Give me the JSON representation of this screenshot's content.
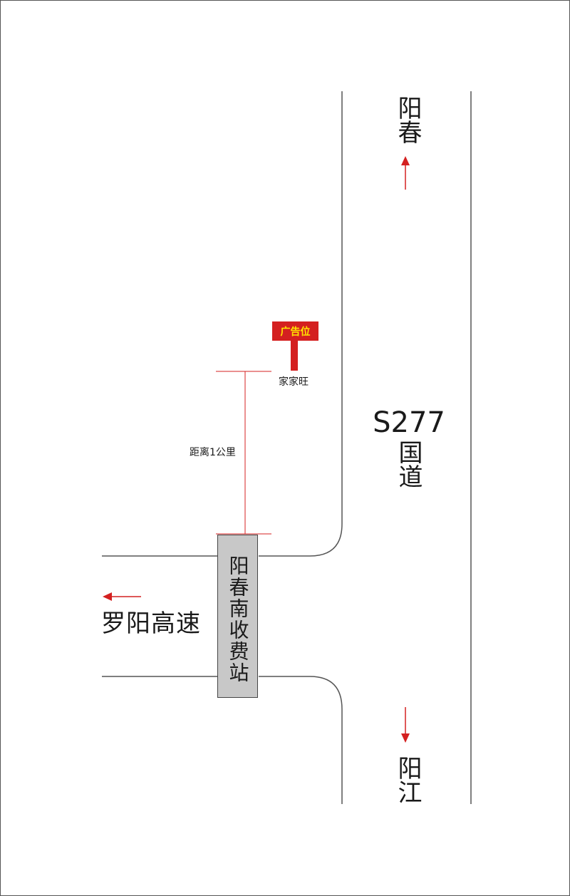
{
  "map": {
    "colors": {
      "road_line": "#555555",
      "marker_red": "#d42020",
      "sign_text": "#ffe600",
      "station_fill": "#c8c8c8",
      "text": "#1a1a1a"
    },
    "destinations": {
      "north": "阳春",
      "south": "阳江",
      "west": "罗阳高速"
    },
    "road_name": {
      "code": "S277",
      "type": "国道"
    },
    "toll_station": "阳春南收费站",
    "billboard": {
      "sign_text": "广告位",
      "location_name": "家家旺"
    },
    "distance_label": "距离1公里",
    "icons": {
      "north": "arrow-up-icon",
      "south": "arrow-down-icon",
      "west": "arrow-left-icon"
    }
  }
}
